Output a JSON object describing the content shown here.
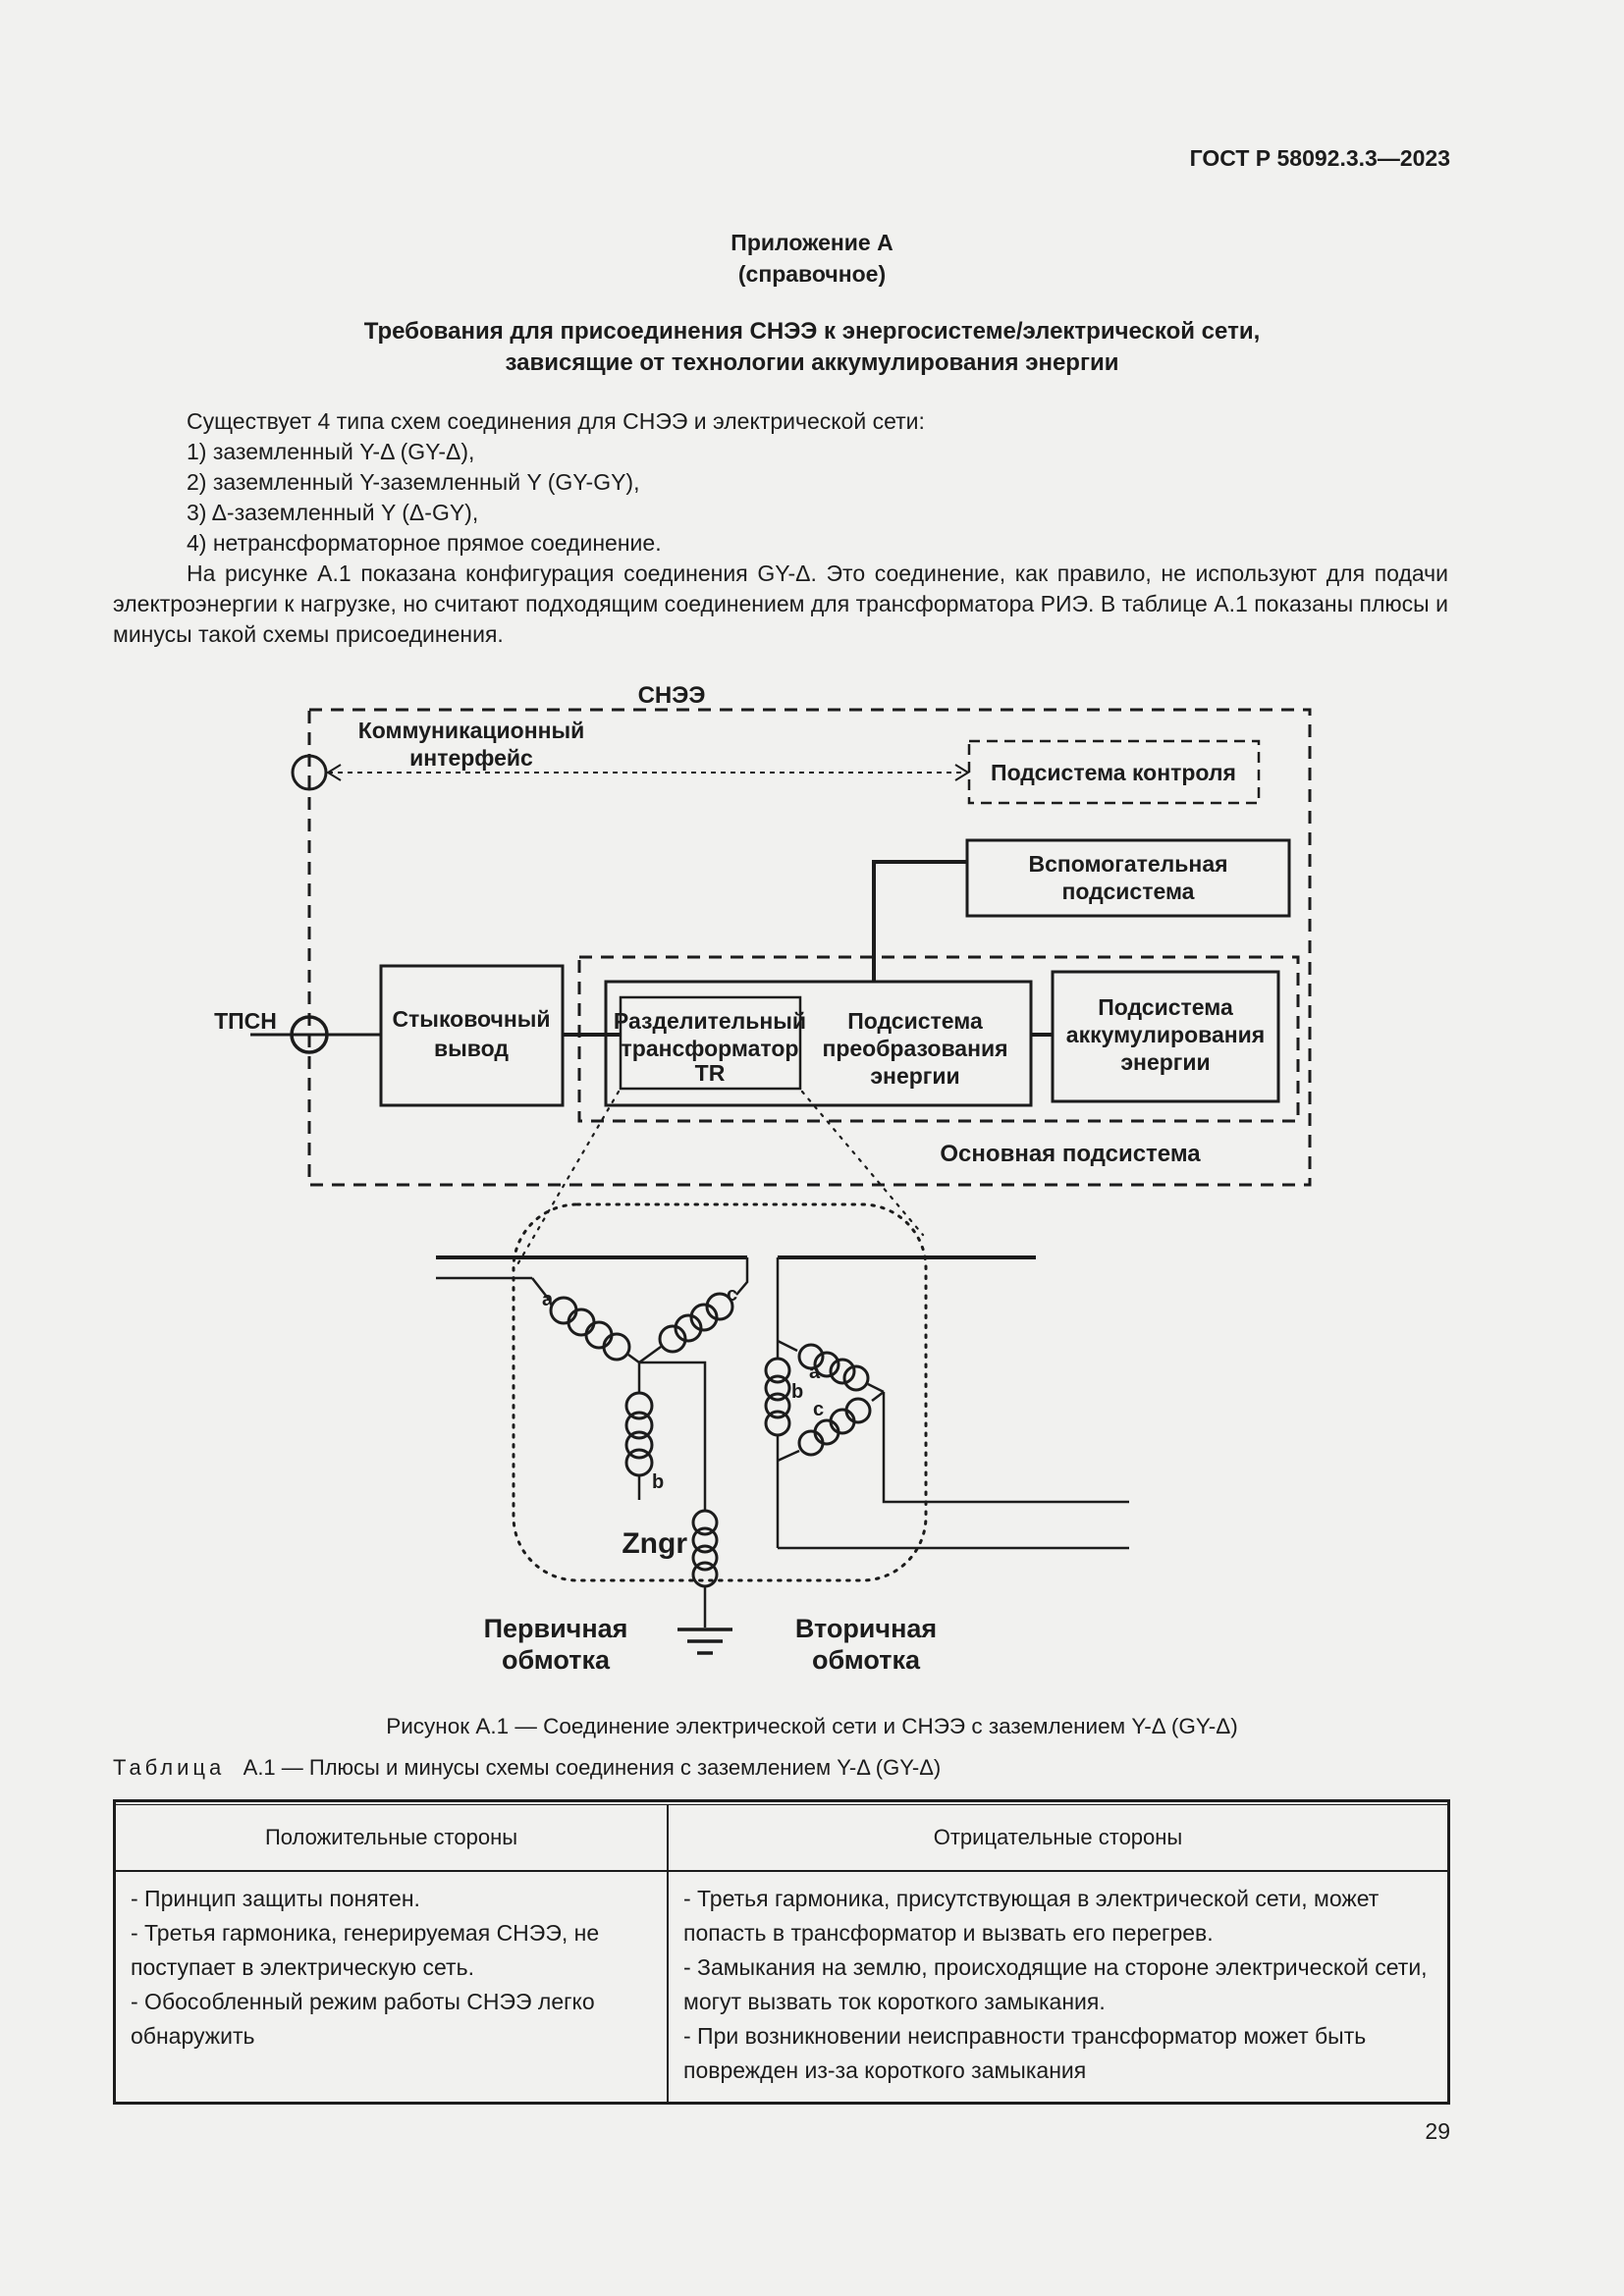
{
  "page": {
    "standard_ref": "ГОСТ Р 58092.3.3—2023",
    "page_number": "29"
  },
  "appendix": {
    "label": "Приложение А",
    "kind": "(справочное)",
    "title_line1": "Требования для присоединения СНЭЭ к энергосистеме/электрической сети,",
    "title_line2": "зависящие от технологии аккумулирования энергии"
  },
  "paragraphs": {
    "intro": "Существует 4 типа схем соединения для СНЭЭ и электрической сети:",
    "items": [
      "1) заземленный Y-Δ (GY-Δ),",
      "2) заземленный Y-заземленный Y (GY-GY),",
      "3) Δ-заземленный Y (Δ-GY),",
      "4) нетрансформаторное прямое соединение."
    ],
    "body": "На рисунке А.1 показана конфигурация соединения GY-Δ. Это соединение, как правило, не используют для подачи электроэнергии к нагрузке, но считают подходящим соединением для трансформатора РИЭ. В таблице А.1 показаны плюсы и минусы такой схемы присоединения."
  },
  "diagram": {
    "system_label": "СНЭЭ",
    "comm_interface_line1": "Коммуникационный",
    "comm_interface_line2": "интерфейс",
    "control_subsystem": "Подсистема контроля",
    "aux_line1": "Вспомогательная",
    "aux_line2": "подсистема",
    "tpsn": "ТПСН",
    "dock_line1": "Стыковочный",
    "dock_line2": "вывод",
    "tr_line1": "Разделительный",
    "tr_line2": "трансформатор",
    "tr_line3": "TR",
    "conv_line1": "Подсистема",
    "conv_line2": "преобразования",
    "conv_line3": "энергии",
    "storage_line1": "Подсистема",
    "storage_line2": "аккумулирования",
    "storage_line3": "энергии",
    "main_subsystem": "Основная подсистема",
    "zngr": "Zngr",
    "phase_a": "a",
    "phase_b": "b",
    "phase_c": "c",
    "primary_line1": "Первичная",
    "primary_line2": "обмотка",
    "secondary_line1": "Вторичная",
    "secondary_line2": "обмотка"
  },
  "figure_caption": "Рисунок А.1 — Соединение электрической сети и СНЭЭ с заземлением Y-Δ (GY-Δ)",
  "table": {
    "title_label": "Таблица",
    "title_text": "А.1 — Плюсы и минусы схемы соединения с заземлением Y-Δ (GY-Δ)",
    "col1_header": "Положительные стороны",
    "col2_header": "Отрицательные стороны",
    "col1_items": [
      "- Принцип защиты понятен.",
      "- Третья гармоника, генерируемая СНЭЭ, не поступает в электрическую сеть.",
      "- Обособленный режим работы СНЭЭ легко обнаружить"
    ],
    "col2_items": [
      "- Третья гармоника, присутствующая в электрической сети, может попасть в трансформатор и вызвать его перегрев.",
      "- Замыкания на землю, происходящие на стороне электрической сети, могут вызвать ток короткого замыкания.",
      "- При возникновении неисправности трансформатор может быть поврежден из-за короткого замыкания"
    ]
  }
}
